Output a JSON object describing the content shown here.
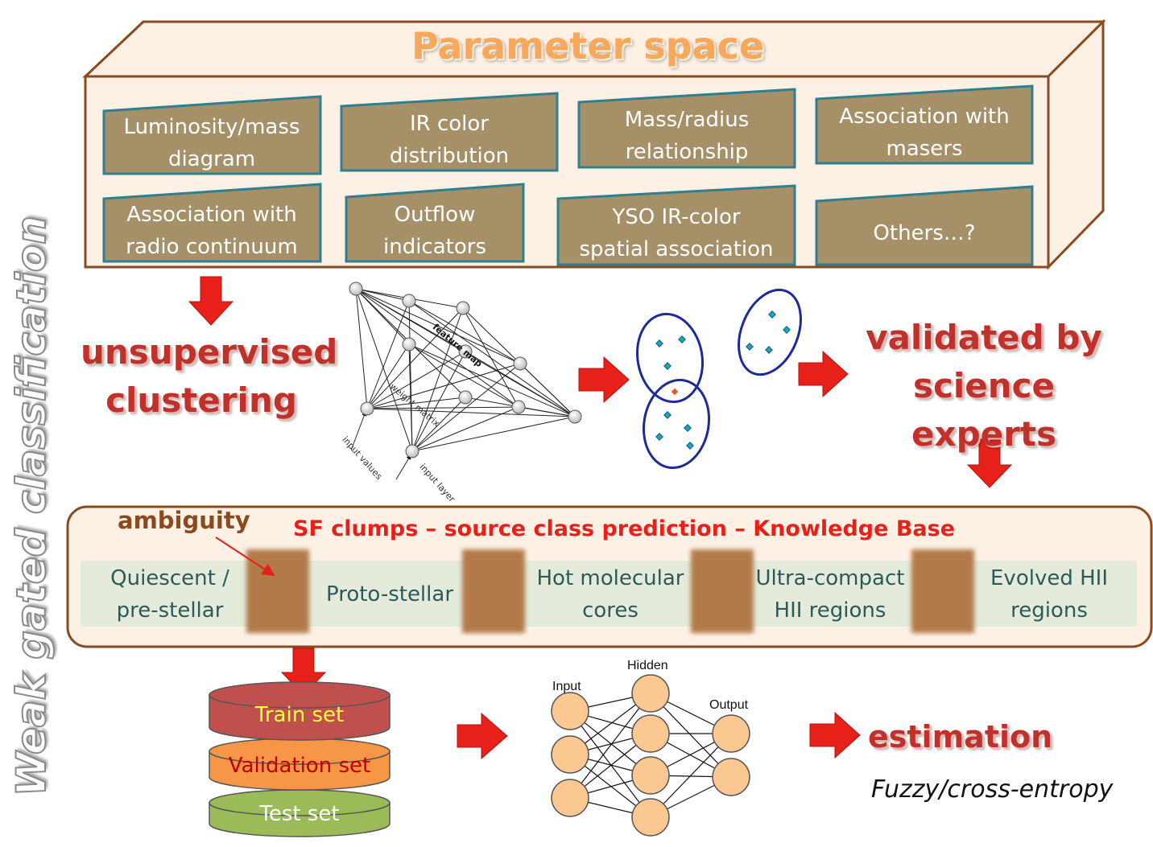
{
  "vertical_title": "Weak gated classification",
  "parameter_space": {
    "title": "Parameter space",
    "items": [
      "Luminosity/mass\ndiagram",
      "IR color\ndistribution",
      "Mass/radius\nrelationship",
      "Association with\nmasers",
      "Association with\nradio continuum",
      "Outflow\nindicators",
      "YSO IR-color\nspatial association",
      "Others…?"
    ]
  },
  "unsupervised_label": "unsupervised\nclustering",
  "som_labels": {
    "feature_map": "feature map",
    "weight_matrix": "weight matrix",
    "input_values": "input values",
    "input_layer": "input layer"
  },
  "validated_label": "validated by\nscience experts",
  "knowledge_base": {
    "title": "SF clumps – source class prediction – Knowledge Base",
    "ambiguity": "ambiguity",
    "stages": [
      "Quiescent /\npre-stellar",
      "Proto-stellar",
      "Hot molecular\ncores",
      "Ultra-compact\nHII regions",
      "Evolved HII\nregions"
    ]
  },
  "datasets": {
    "train": "Train set",
    "validation": "Validation set",
    "test": "Test set"
  },
  "nn_labels": {
    "input": "Input",
    "hidden": "Hidden",
    "output": "Output"
  },
  "estimation_label": "estimation",
  "loss_label": "Fuzzy/cross-entropy",
  "colors": {
    "box_fill": "#fdf1e6",
    "box_border": "#8b4a1e",
    "param_fill": "#a59068",
    "param_border": "#2f7f8f",
    "arrow_red": "#e8201a",
    "title_orange": "#f4a261",
    "train": "#c0504d",
    "validation": "#f79646",
    "test": "#9bbb59"
  }
}
